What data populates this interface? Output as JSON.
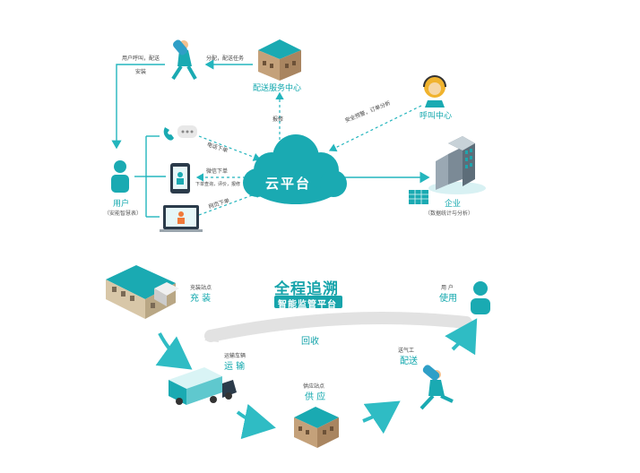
{
  "colors": {
    "primary": "#1aaab2",
    "primary_dark": "#0f8f97",
    "primary_light": "#9fe3e7",
    "arrow": "#23b5bd",
    "grey_arc": "#e7e7e7"
  },
  "top": {
    "cloud_label": "云平台",
    "dispatch_center": "配送服务中心",
    "call_center": "呼叫中心",
    "user": "用户",
    "user_sub": "（安能智慧表）",
    "enterprise": "企业",
    "enterprise_sub": "（数据统计与分析）",
    "edge_courier_left": "用户呼叫，配送",
    "edge_courier_left2": "安装",
    "edge_assign": "分配，配送任务",
    "edge_dispatch": "报修",
    "edge_call": "安全预警，订单分析",
    "edge_phone": "电话下单",
    "edge_mobile": "微信下单",
    "edge_mobile_sub": "下单查询，评价，报修",
    "edge_web": "网页下单"
  },
  "bottom": {
    "title": "全程追溯",
    "subtitle": "智能监管平台",
    "recycle": "回收",
    "fill_small": "充装站点",
    "fill": "充 装",
    "transport_small": "运输车辆",
    "transport": "运 输",
    "supply_small": "供应站点",
    "supply": "供 应",
    "deliver_small": "送气工",
    "deliver": "配送",
    "use_small": "用 户",
    "use": "使用"
  }
}
